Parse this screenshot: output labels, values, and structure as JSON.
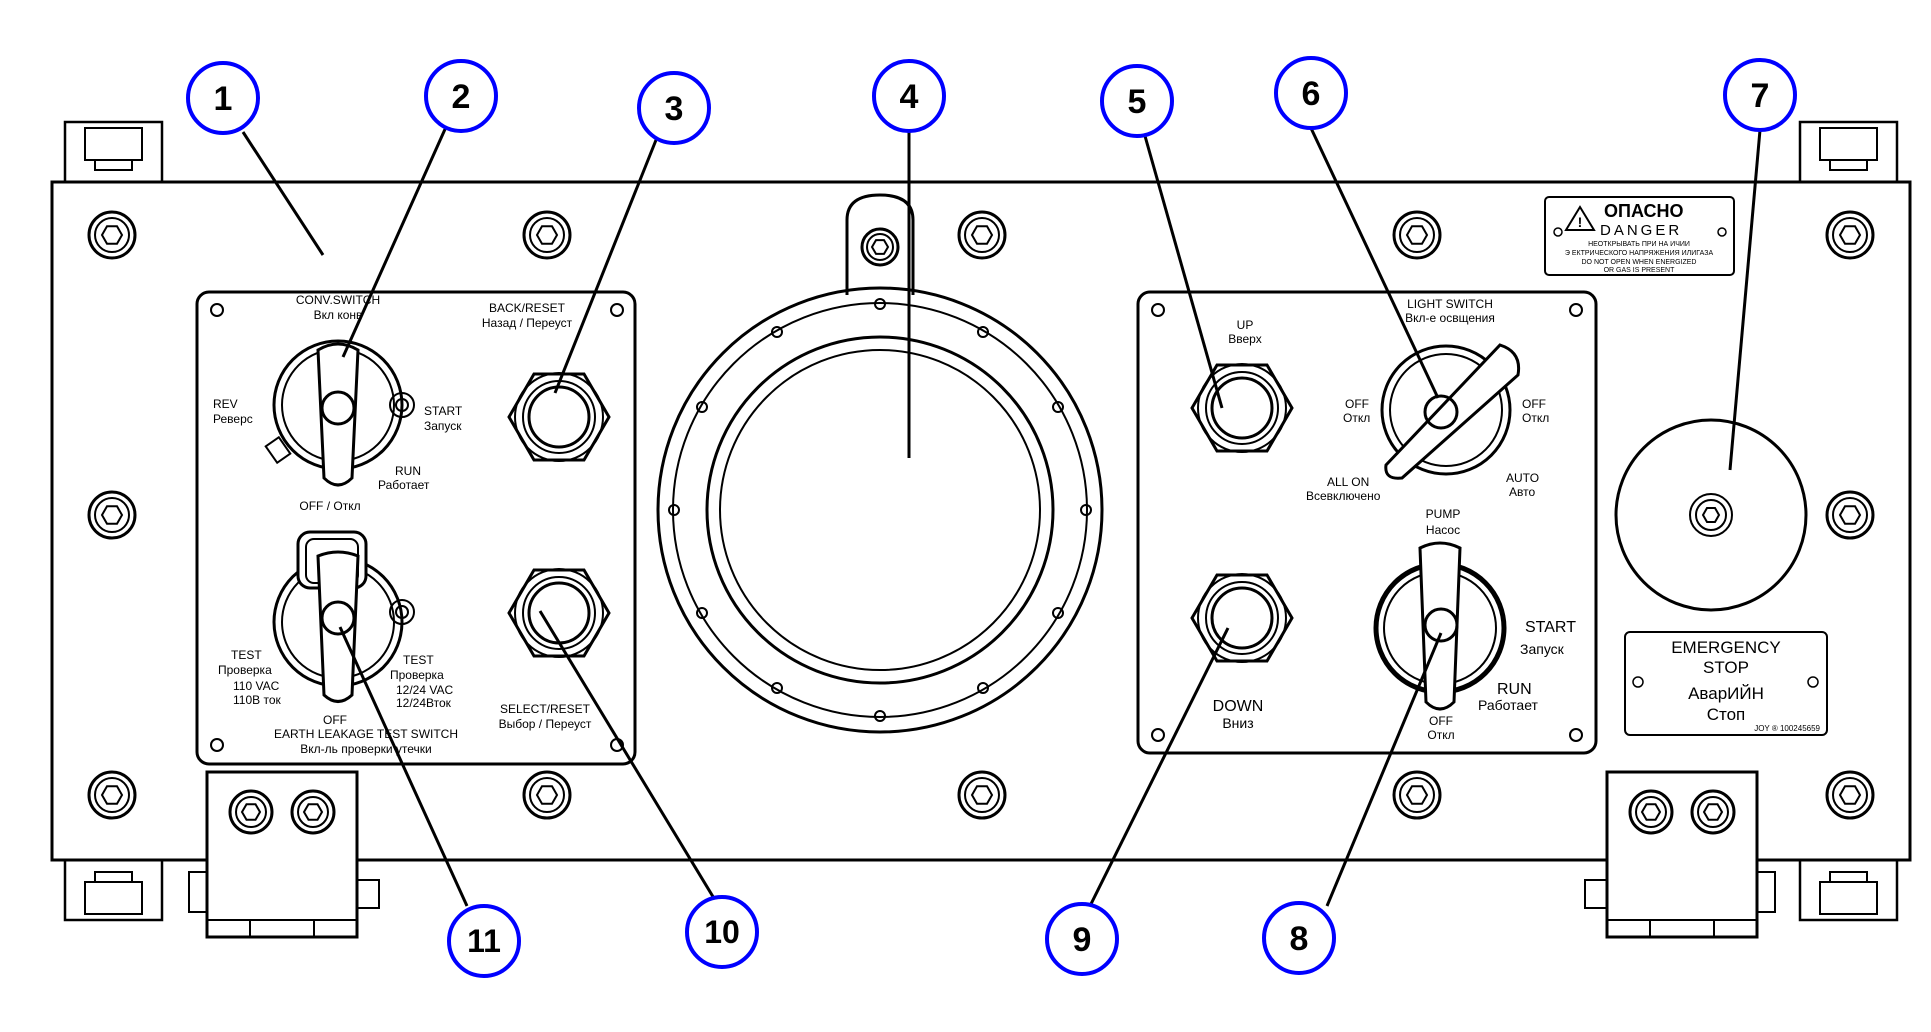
{
  "colors": {
    "callout": "#0000ff",
    "line": "#000000",
    "background": "#ffffff"
  },
  "callouts": [
    {
      "num": "1"
    },
    {
      "num": "2"
    },
    {
      "num": "3"
    },
    {
      "num": "4"
    },
    {
      "num": "5"
    },
    {
      "num": "6"
    },
    {
      "num": "7"
    },
    {
      "num": "8"
    },
    {
      "num": "9"
    },
    {
      "num": "10"
    },
    {
      "num": "11"
    }
  ],
  "left_panel": {
    "conv_switch": "CONV.SWITCH",
    "conv_switch_ru": "Вкл конв",
    "rev": "REV",
    "rev_ru": "Реверс",
    "start": "START",
    "start_ru": "Запуск",
    "run": "RUN",
    "run_ru": "Работает",
    "off": "OFF / Откл",
    "back_reset": "BACK/RESET",
    "back_reset_ru": "Назад / Переуст",
    "test_left": "TEST",
    "test_left_ru": "Проверка",
    "vac_110": "110 VAC",
    "vac_110_ru": "110В ток",
    "test_right": "TEST",
    "test_right_ru": "Проверка",
    "vac_1224": "12/24 VAC",
    "vac_1224_ru": "12/24Вток",
    "leak_off": "OFF",
    "earth_leakage": "EARTH LEAKAGE TEST SWITCH",
    "earth_leakage_ru": "Вкл-ль проверки утечки",
    "select_reset": "SELECT/RESET",
    "select_reset_ru": "Выбор / Переуст"
  },
  "right_panel": {
    "up": "UP",
    "up_ru": "Вверх",
    "light_switch": "LIGHT SWITCH",
    "light_switch_ru": "Вкл-е освщения",
    "off_left": "OFF",
    "off_left_ru": "Откл",
    "off_right": "OFF",
    "off_right_ru": "Откл",
    "all_on": "ALL ON",
    "all_on_ru": "Всевключено",
    "auto": "AUTO",
    "auto_ru": "Авто",
    "pump": "PUMP",
    "pump_ru": "Насос",
    "start": "START",
    "start_ru": "Запуск",
    "run": "RUN",
    "run_ru": "Работает",
    "pump_off": "OFF",
    "pump_off_ru": "Откл",
    "down": "DOWN",
    "down_ru": "Вниз"
  },
  "danger_plate": {
    "title_ru": "ОПАСНО",
    "title": "DANGER",
    "line1": "НЕОТКРЫВАТЬ ПРИ НА ИЧИИ",
    "line2": "Э ЕКТРИЧЕСКОГО НАПРЯЖЕНИЯ ИЛИГАЗА",
    "line3": "DO NOT OPEN WHEN ENERGIZED",
    "line4": "OR GAS IS PRESENT"
  },
  "emergency_plate": {
    "line1": "EMERGENCY",
    "line2": "STOP",
    "line3": "АварИЙН",
    "line4": "Стоп",
    "part": "JOY ® 100245659"
  }
}
